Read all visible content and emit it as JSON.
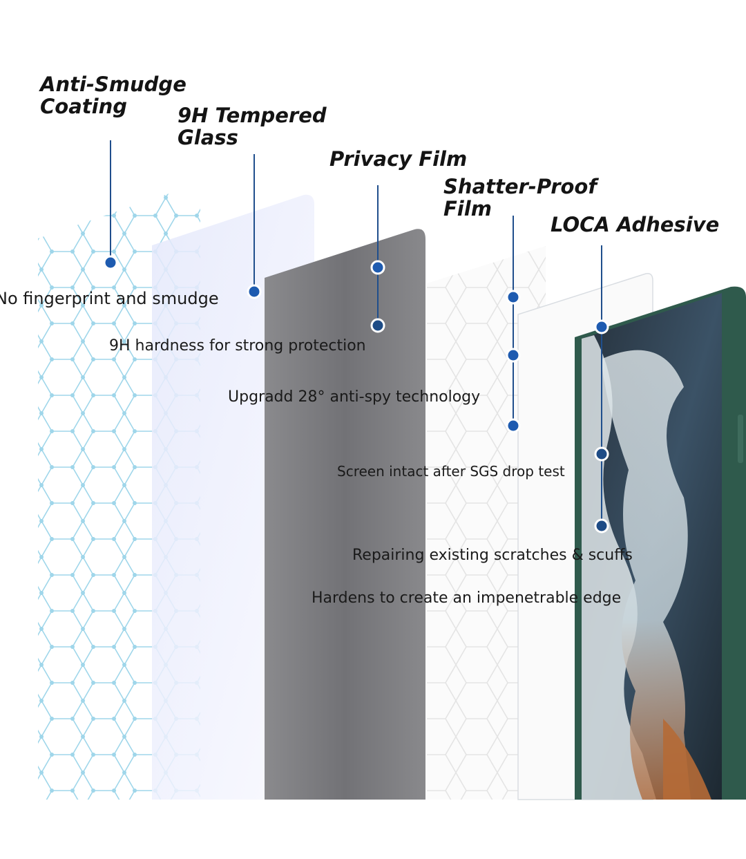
{
  "layers": [
    {
      "title_lines": [
        "Anti-Smudge",
        "Coating"
      ],
      "feature": "No fingerprint and smudge"
    },
    {
      "title_lines": [
        "9H Tempered",
        "Glass"
      ],
      "feature": "9H hardness for strong protection"
    },
    {
      "title_lines": [
        "Privacy Film"
      ],
      "feature": "Upgradd 28°  anti-spy technology"
    },
    {
      "title_lines": [
        "Shatter-Proof",
        "Film"
      ],
      "feature": "Screen intact after SGS drop test"
    },
    {
      "title_lines": [
        "LOCA Adhesive"
      ],
      "features": [
        "Repairing existing scratches & scuffs",
        "Hardens to create an impenetrable edge"
      ]
    }
  ],
  "colors": {
    "callout_line": "#1f4e8c",
    "callout_dot": "#1e5bb0",
    "hex_pattern": "#8ecfe6",
    "privacy_film": "#7b7b7f",
    "phone_frame": "#2f5a4c",
    "screen_dark": "#2b3a48"
  }
}
